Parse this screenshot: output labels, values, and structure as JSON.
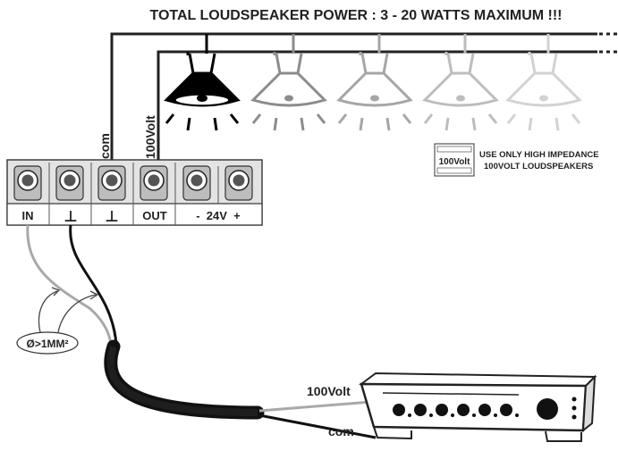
{
  "title": "TOTAL LOUDSPEAKER POWER : 3 - 20 WATTS MAXIMUM !!!",
  "terminal_labels": {
    "in": "IN",
    "gnd1": "⊥",
    "gnd2": "⊥",
    "out": "OUT",
    "power": "-  24V  +"
  },
  "wire_labels": {
    "com_top": "com",
    "volt_top": "100Volt",
    "volt_bottom": "100Volt",
    "com_bottom": "com"
  },
  "cable_spec": "Ø>1MM²",
  "notice": {
    "badge": "100Volt",
    "line1": "USE ONLY HIGH IMPEDANCE",
    "line2": "100VOLT LOUDSPEAKERS"
  },
  "speaker_colors": [
    "#000000",
    "#8c8c8c",
    "#a6a6a6",
    "#bdbdbd",
    "#d2d2d2"
  ]
}
